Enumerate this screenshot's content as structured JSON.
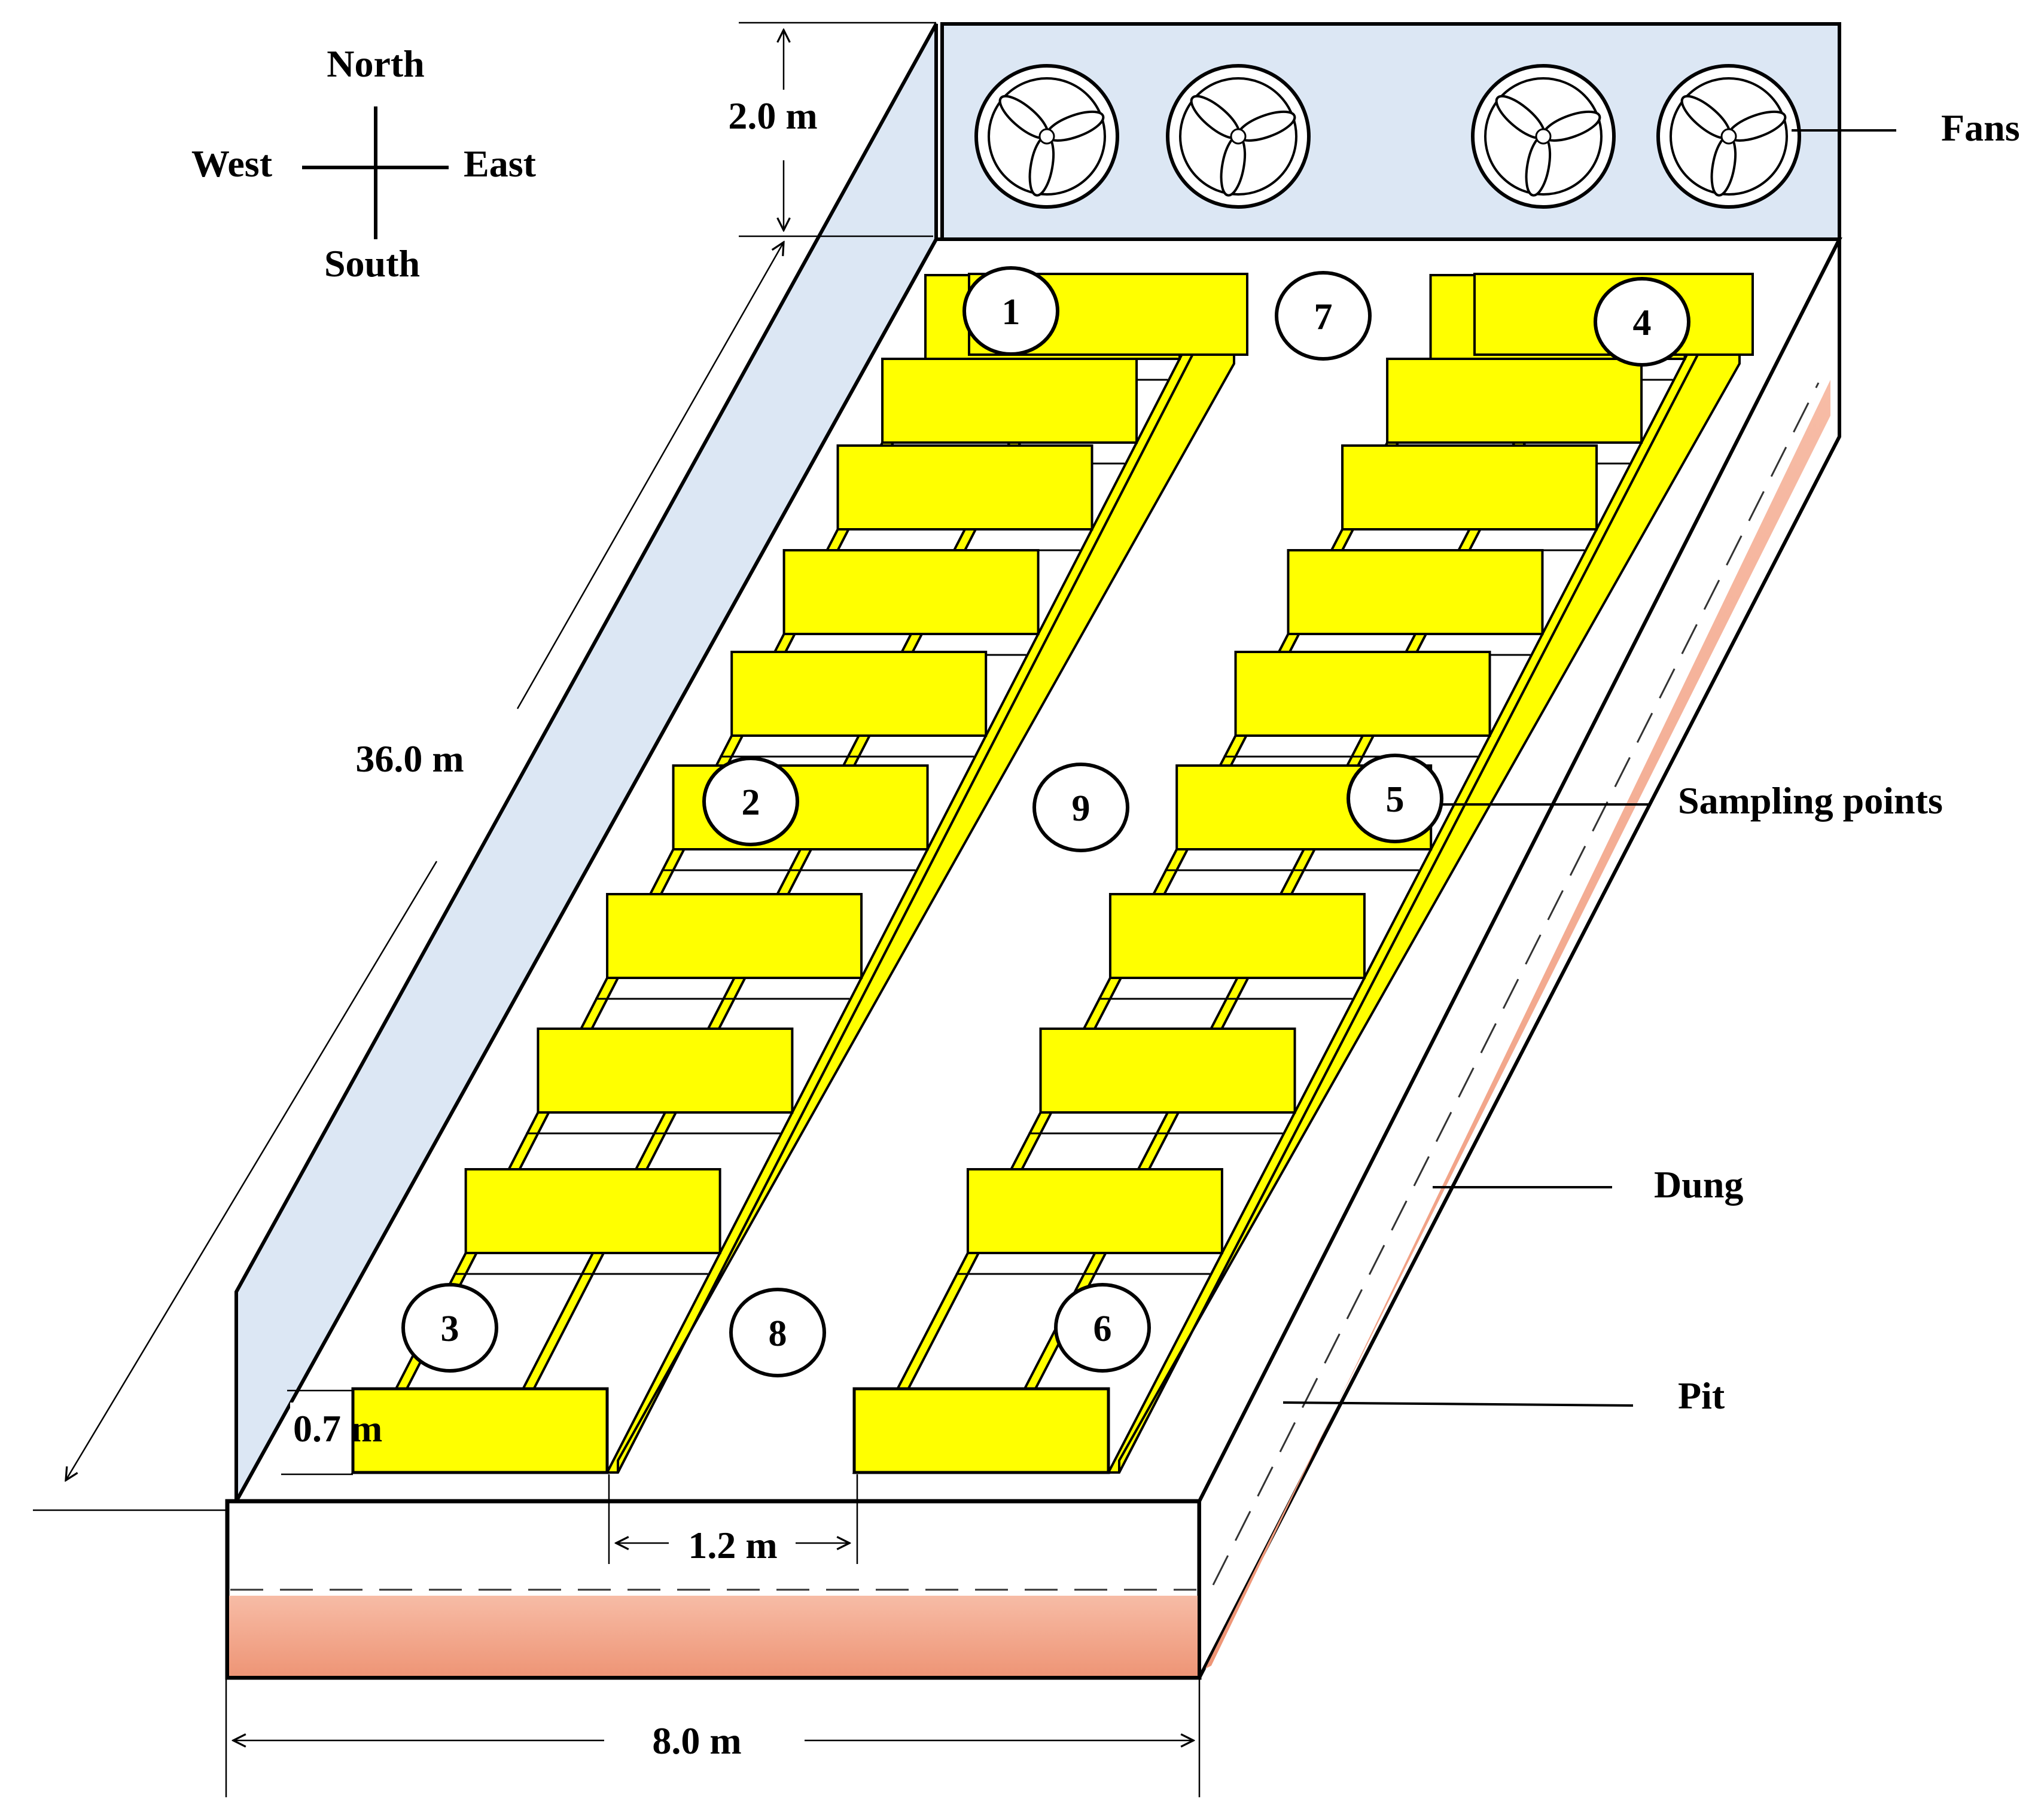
{
  "compass": {
    "north": "North",
    "south": "South",
    "west": "West",
    "east": "East"
  },
  "dimensions": {
    "fan_height": "2.0 m",
    "length": "36.0 m",
    "cage_width": "0.7 m",
    "aisle_width": "1.2 m",
    "house_width": "8.0 m"
  },
  "labels": {
    "fans": "Fans",
    "sampling_points": "Sampling points",
    "dung": "Dung",
    "pit": "Pit"
  },
  "sampling_points": [
    "1",
    "2",
    "3",
    "4",
    "5",
    "6",
    "7",
    "8",
    "9"
  ],
  "colors": {
    "wall": "#DCE7F4",
    "cage": "#FFFF00",
    "dung": "#F4A384",
    "outline": "#000000"
  },
  "fan_icon": "fan-icon"
}
